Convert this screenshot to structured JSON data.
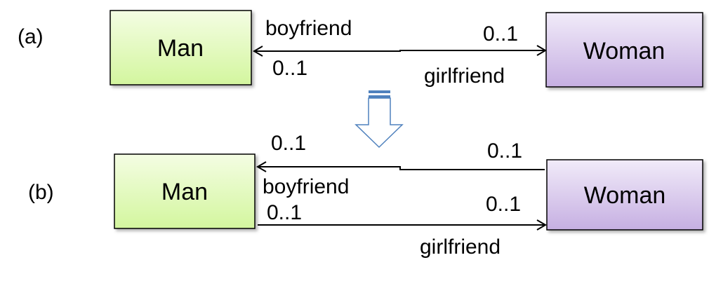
{
  "panel_a": {
    "tag": "(a)",
    "left_class": "Man",
    "right_class": "Woman",
    "boyfriend_role": "boyfriend",
    "boyfriend_mult": "0..1",
    "girlfriend_role": "girlfriend",
    "girlfriend_mult": "0..1"
  },
  "panel_b": {
    "tag": "(b)",
    "left_class": "Man",
    "right_class": "Woman",
    "top_left_mult": "0..1",
    "top_right_mult": "0..1",
    "boyfriend_role": "boyfriend",
    "bottom_left_mult": "0..1",
    "bottom_right_mult": "0..1",
    "girlfriend_role": "girlfriend"
  },
  "colors": {
    "man_top": "#f3fde0",
    "man_bottom": "#d6f7a3",
    "woman_top": "#efe8f8",
    "woman_bottom": "#c9b3e3",
    "arrow": "#4f81bd"
  }
}
